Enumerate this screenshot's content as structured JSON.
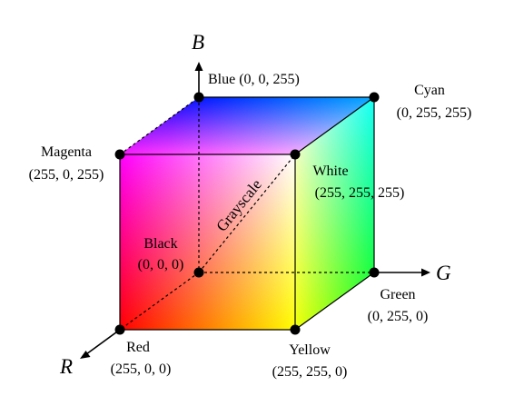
{
  "axes": {
    "r": "R",
    "g": "G",
    "b": "B"
  },
  "diagonal_label": "Grayscale",
  "corners": {
    "blue": {
      "name": "Blue (0, 0, 255)",
      "color": "#0000ff"
    },
    "cyan": {
      "name": "Cyan",
      "coords": "(0, 255, 255)",
      "color": "#00ffff"
    },
    "magenta": {
      "name": "Magenta",
      "coords": "(255, 0, 255)",
      "color": "#ff00ff"
    },
    "white": {
      "name": "White",
      "coords": "(255, 255, 255)",
      "color": "#ffffff"
    },
    "black": {
      "name": "Black",
      "coords": "(0, 0, 0)",
      "color": "#000000"
    },
    "green": {
      "name": "Green",
      "coords": "(0, 255, 0)",
      "color": "#00ff00"
    },
    "red": {
      "name": "Red",
      "coords": "(255, 0, 0)",
      "color": "#ff0000"
    },
    "yellow": {
      "name": "Yellow",
      "coords": "(255, 255, 0)",
      "color": "#ffff00"
    }
  }
}
